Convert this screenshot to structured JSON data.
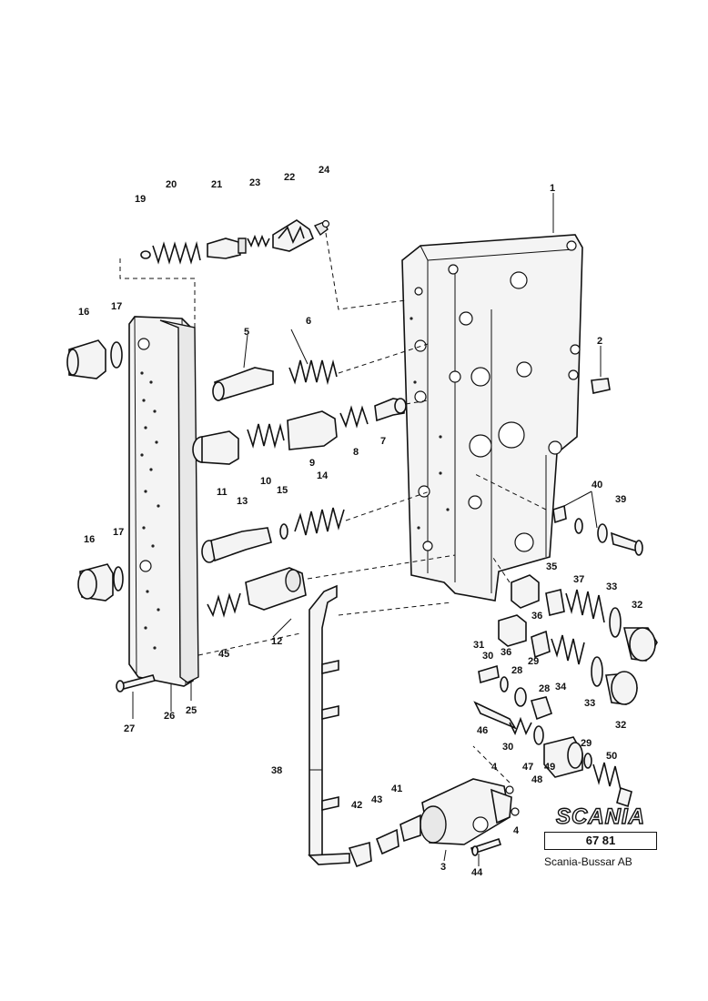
{
  "brand": {
    "logo": "SCANIA",
    "code": "67 81",
    "company": "Scania-Bussar AB"
  },
  "callouts": [
    "1",
    "2",
    "3",
    "4",
    "4",
    "5",
    "6",
    "7",
    "8",
    "9",
    "10",
    "11",
    "12",
    "13",
    "14",
    "15",
    "16",
    "16",
    "17",
    "17",
    "19",
    "20",
    "21",
    "22",
    "23",
    "24",
    "25",
    "26",
    "27",
    "28",
    "28",
    "29",
    "29",
    "30",
    "30",
    "31",
    "32",
    "32",
    "33",
    "33",
    "34",
    "35",
    "36",
    "36",
    "37",
    "38",
    "39",
    "40",
    "41",
    "42",
    "43",
    "44",
    "45",
    "46",
    "47",
    "48",
    "49",
    "50"
  ]
}
